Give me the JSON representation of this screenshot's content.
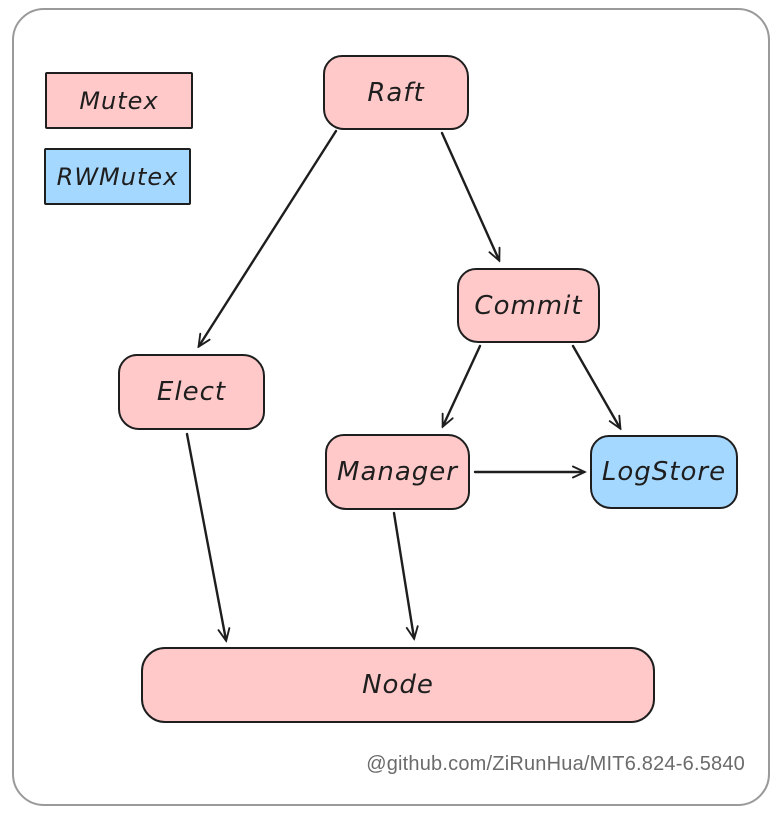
{
  "diagram": {
    "title_hint": "Raft locking architecture diagram",
    "legend": [
      {
        "id": "mutex",
        "label": "Mutex",
        "fill": "#ffc9c9"
      },
      {
        "id": "rwmutex",
        "label": "RWMutex",
        "fill": "#a5d8ff"
      }
    ],
    "nodes": [
      {
        "id": "raft",
        "label": "Raft",
        "lock_type": "Mutex"
      },
      {
        "id": "commit",
        "label": "Commit",
        "lock_type": "Mutex"
      },
      {
        "id": "elect",
        "label": "Elect",
        "lock_type": "Mutex"
      },
      {
        "id": "manager",
        "label": "Manager",
        "lock_type": "Mutex"
      },
      {
        "id": "logstore",
        "label": "LogStore",
        "lock_type": "RWMutex"
      },
      {
        "id": "node",
        "label": "Node",
        "lock_type": "Mutex"
      }
    ],
    "edges": [
      {
        "from": "Raft",
        "to": "Elect"
      },
      {
        "from": "Raft",
        "to": "Commit"
      },
      {
        "from": "Commit",
        "to": "Manager"
      },
      {
        "from": "Commit",
        "to": "LogStore"
      },
      {
        "from": "Manager",
        "to": "LogStore"
      },
      {
        "from": "Elect",
        "to": "Node"
      },
      {
        "from": "Manager",
        "to": "Node"
      }
    ],
    "colors": {
      "mutex_fill": "#ffc9c9",
      "rwmutex_fill": "#a5d8ff",
      "stroke": "#1e1e1e",
      "frame_border": "#9a9a9a",
      "attribution_text": "#6b6b6b",
      "background": "#ffffff"
    }
  },
  "attribution": "@github.com/ZiRunHua/MIT6.824-6.5840"
}
